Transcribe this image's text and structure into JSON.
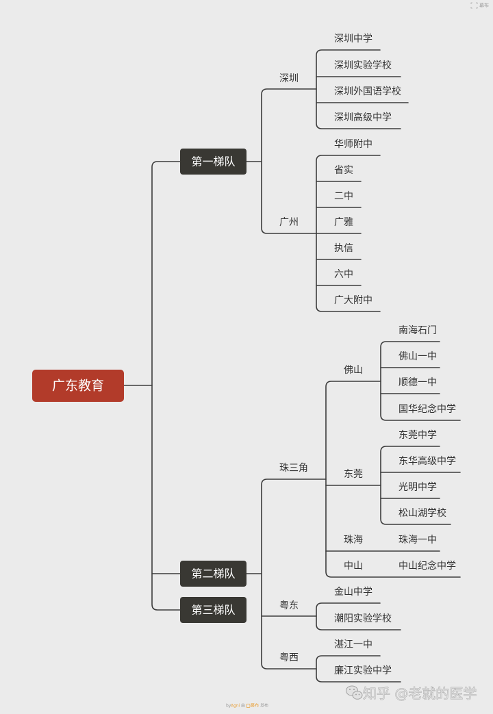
{
  "header": {
    "brand_badge": "幕布"
  },
  "mindmap": {
    "root": "广东教育",
    "tiers": [
      {
        "label": "第一梯队",
        "regions": [
          {
            "label": "深圳",
            "schools": [
              "深圳中学",
              "深圳实验学校",
              "深圳外国语学校",
              "深圳高级中学"
            ]
          },
          {
            "label": "广州",
            "schools": [
              "华师附中",
              "省实",
              "二中",
              "广雅",
              "执信",
              "六中",
              "广大附中"
            ]
          }
        ]
      },
      {
        "label": "第二梯队",
        "regions": [
          {
            "label": "珠三角",
            "cities": [
              {
                "label": "佛山",
                "schools": [
                  "南海石门",
                  "佛山一中",
                  "顺德一中",
                  "国华纪念中学"
                ]
              },
              {
                "label": "东莞",
                "schools": [
                  "东莞中学",
                  "东华高级中学",
                  "光明中学",
                  "松山湖学校"
                ]
              },
              {
                "label": "珠海",
                "schools": [
                  "珠海一中"
                ]
              },
              {
                "label": "中山",
                "schools": [
                  "中山纪念中学"
                ]
              }
            ]
          },
          {
            "label": "粤东",
            "schools": [
              "金山中学",
              "潮阳实验学校"
            ]
          },
          {
            "label": "粤西",
            "schools": [
              "湛江一中",
              "廉江实验中学"
            ]
          }
        ]
      },
      {
        "label": "第三梯队"
      }
    ]
  },
  "watermark": {
    "text": "知乎 @老就的医学"
  },
  "footer": {
    "by": "by",
    "author": "Agni",
    "via": "由",
    "brand": "幕布",
    "action": "发布"
  },
  "colors": {
    "background": "#ebebeb",
    "root_node": "#b23b2a",
    "tier_node": "#393833",
    "connector": "#3c3c3c",
    "brand": "#e9a13b"
  }
}
